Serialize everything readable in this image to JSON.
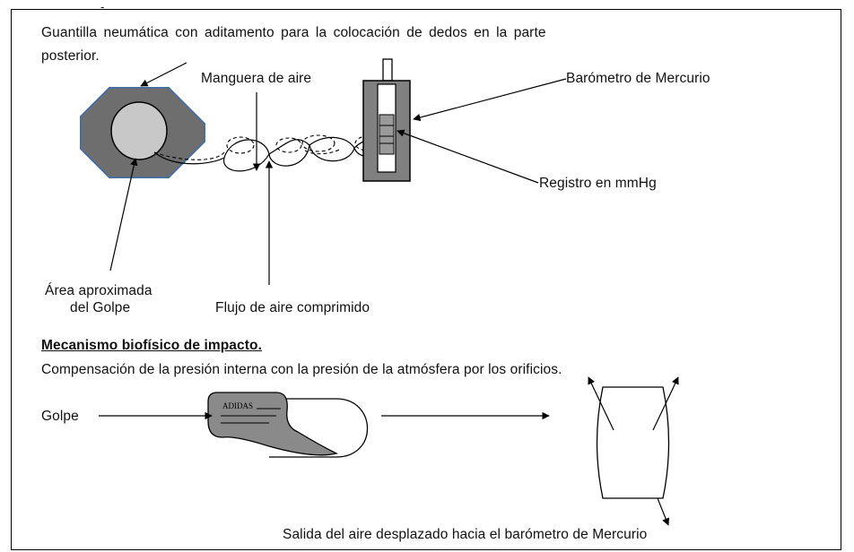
{
  "top_mark": "-",
  "title_line1": "Guantilla neumática con aditamento para la colocación de dedos en la parte",
  "title_line2": "posterior.",
  "labels": {
    "manguera": "Manguera de aire",
    "barometro": "Barómetro de Mercurio",
    "registro": "Registro en mmHg",
    "area_line1": "Área aproximada",
    "area_line2": "del Golpe",
    "flujo": "Flujo  de aire comprimido"
  },
  "section": {
    "heading": "Mecanismo biofísico de  impacto.",
    "description": "Compensación de la presión interna con la presión de la atmósfera por los orificios.",
    "golpe": "Golpe",
    "brand": "ADIDAS",
    "salida": "Salida del aire desplazado hacia el barómetro de Mercurio"
  },
  "colors": {
    "octagon_fill": "#6e6e6e",
    "octagon_stroke": "#4a6d9c",
    "circle_fill": "#c8c8c8",
    "barometer_fill": "#808080",
    "glove_fill": "#8a8a8a",
    "capsule_fill": "#ffffff"
  }
}
